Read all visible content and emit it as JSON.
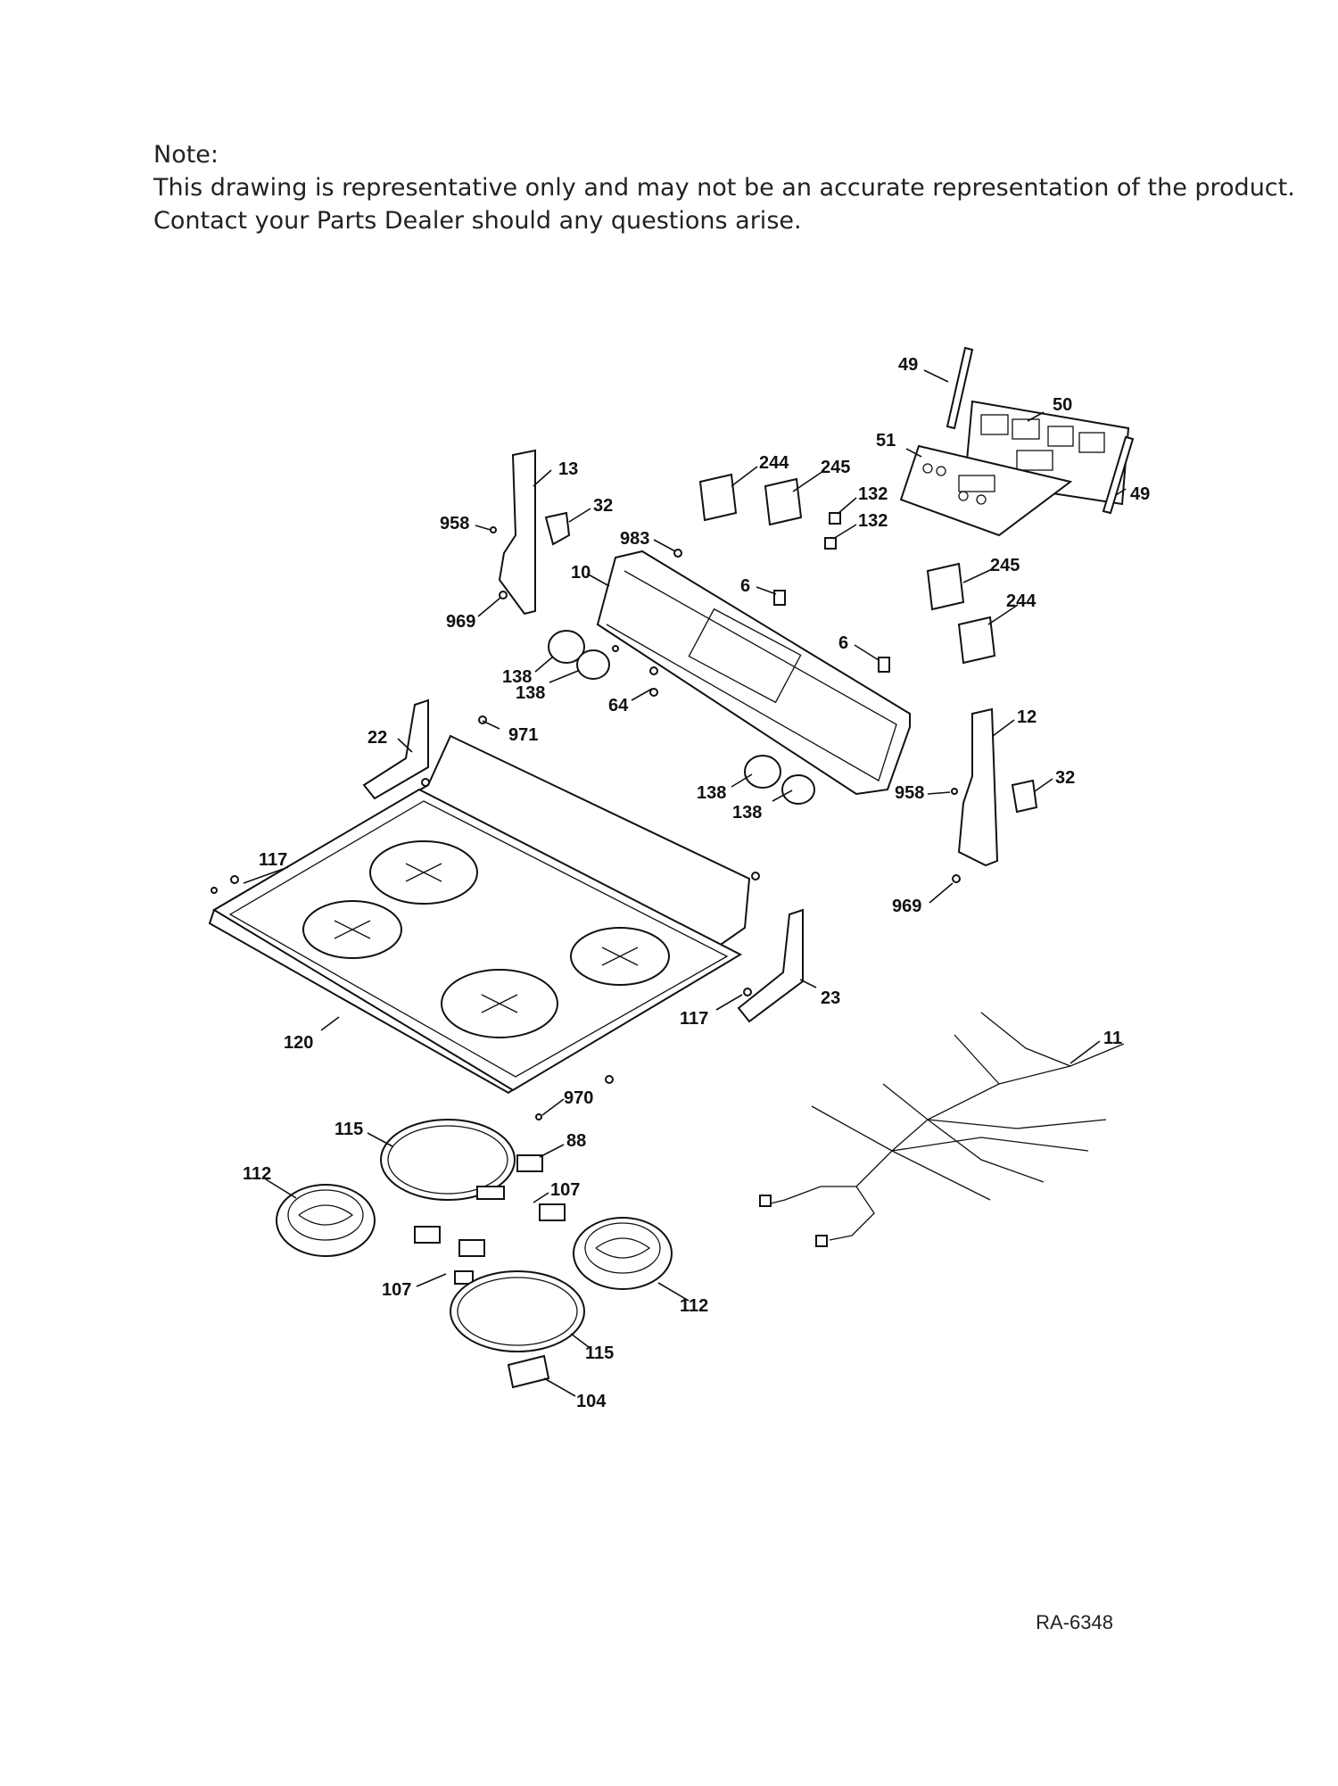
{
  "note": {
    "title": "Note:",
    "line1": "This drawing is representative only and may not be an accurate representation of the product.",
    "line2": "Contact your Parts Dealer should any questions arise."
  },
  "reference": "RA-6348",
  "callouts": {
    "c49a": "49",
    "c50": "50",
    "c51": "51",
    "c49b": "49",
    "c244a": "244",
    "c245a": "245",
    "c132a": "132",
    "c132b": "132",
    "c13": "13",
    "c32a": "32",
    "c958a": "958",
    "c983": "983",
    "c10": "10",
    "c969a": "969",
    "c6a": "6",
    "c6b": "6",
    "c245b": "245",
    "c244b": "244",
    "c138a": "138",
    "c138b": "138",
    "c64": "64",
    "c971": "971",
    "c22": "22",
    "c12": "12",
    "c32b": "32",
    "c958b": "958",
    "c138c": "138",
    "c138d": "138",
    "c969b": "969",
    "c117a": "117",
    "c120": "120",
    "c117b": "117",
    "c23": "23",
    "c11": "11",
    "c970": "970",
    "c115a": "115",
    "c88": "88",
    "c112a": "112",
    "c107a": "107",
    "c107b": "107",
    "c112b": "112",
    "c115b": "115",
    "c104": "104"
  }
}
